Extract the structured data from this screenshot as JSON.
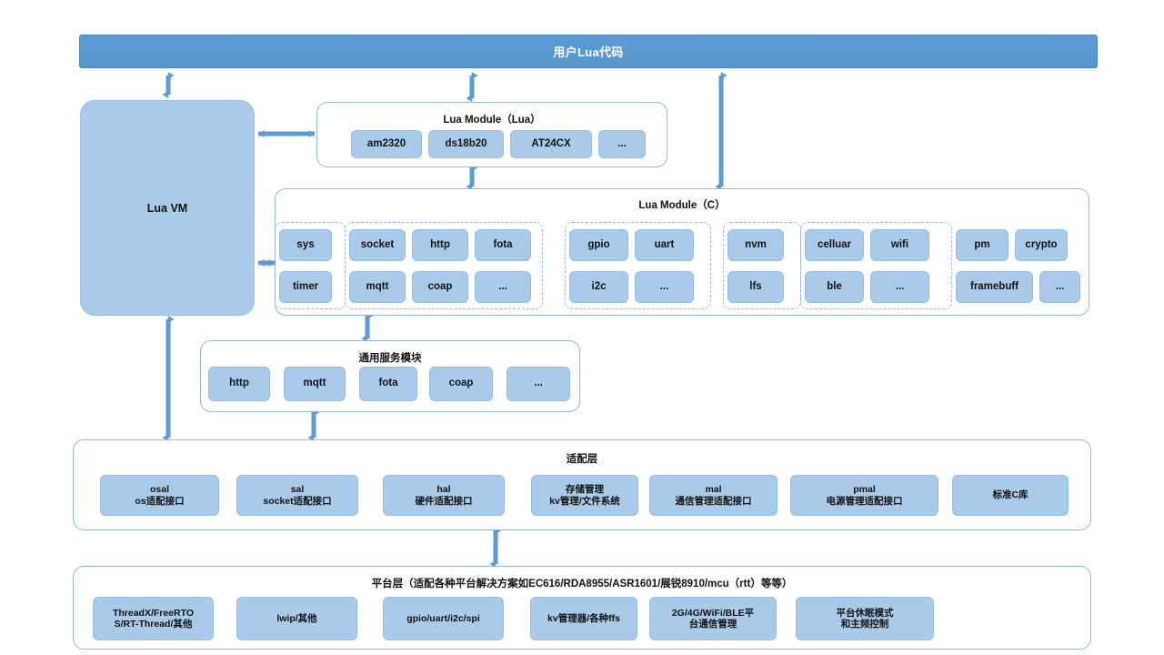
{
  "diagram": {
    "title_bar": {
      "label": "用户Lua代码"
    },
    "lua_vm": {
      "label": "Lua VM"
    },
    "lua_module_lua": {
      "title": "Lua Module（Lua）",
      "items": [
        "am2320",
        "ds18b20",
        "AT24CX",
        "..."
      ]
    },
    "lua_module_c": {
      "title": "Lua Module（C）",
      "groups": [
        {
          "dashed": true,
          "rows": [
            [
              "sys"
            ],
            [
              "timer"
            ]
          ]
        },
        {
          "dashed": true,
          "rows": [
            [
              "socket",
              "http",
              "fota"
            ],
            [
              "mqtt",
              "coap",
              "..."
            ]
          ]
        },
        {
          "dashed": true,
          "rows": [
            [
              "gpio",
              "uart"
            ],
            [
              "i2c",
              "..."
            ]
          ]
        },
        {
          "dashed": true,
          "rows": [
            [
              "nvm"
            ],
            [
              "lfs"
            ]
          ]
        },
        {
          "dashed": true,
          "rows": [
            [
              "celluar",
              "wifi"
            ],
            [
              "ble",
              "..."
            ]
          ]
        },
        {
          "dashed": false,
          "rows": [
            [
              "pm",
              "crypto"
            ],
            [
              "framebuff",
              "..."
            ]
          ]
        }
      ]
    },
    "common_service": {
      "title": "通用服务模块",
      "items": [
        "http",
        "mqtt",
        "fota",
        "coap",
        "..."
      ]
    },
    "adaptation_layer": {
      "title": "适配层",
      "items": [
        {
          "line1": "osal",
          "line2": "os适配接口"
        },
        {
          "line1": "sal",
          "line2": "socket适配接口"
        },
        {
          "line1": "hal",
          "line2": "硬件适配接口"
        },
        {
          "line1": "存储管理",
          "line2": "kv管理/文件系统"
        },
        {
          "line1": "mal",
          "line2": "通信管理适配接口"
        },
        {
          "line1": "pmal",
          "line2": "电源管理适配接口"
        },
        {
          "line1": "标准C库",
          "line2": ""
        }
      ]
    },
    "platform_layer": {
      "title": "平台层（适配各种平台解决方案如EC616/RDA8955/ASR1601/展锐8910/mcu（rtt）等等）",
      "items": [
        {
          "line1": "ThreadX/FreeRTO",
          "line2": "S/RT-Thread/其他"
        },
        {
          "line1": "lwip/其他",
          "line2": ""
        },
        {
          "line1": "gpio/uart/i2c/spi",
          "line2": ""
        },
        {
          "line1": "kv管理器/各种ffs",
          "line2": ""
        },
        {
          "line1": "2G/4G/WiFi/BLE平",
          "line2": "台通信管理"
        },
        {
          "line1": "平台休眠模式",
          "line2": "和主频控制"
        }
      ]
    },
    "colors": {
      "header_blue": "#5B9BD5",
      "chip_blue": "#A9CBE9",
      "border_blue": "#8EB9DD",
      "arrow_blue": "#5B9BD5",
      "dashed_blue": "#9AB7D6",
      "text_dark": "#111111",
      "text_light": "#FFFFFF"
    }
  }
}
